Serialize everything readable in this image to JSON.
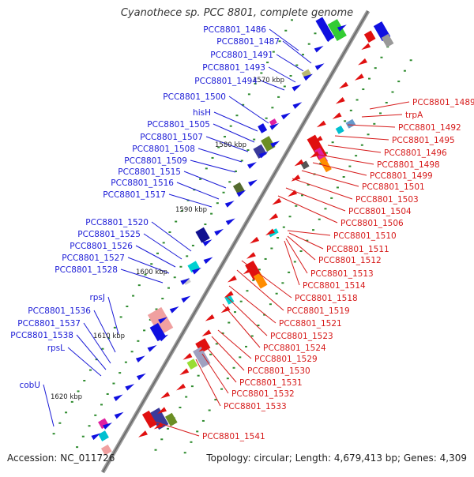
{
  "title": "Cyanothece sp. PCC 8801, complete genome",
  "footer": {
    "accession": "Accession: NC_011726",
    "info": "Topology: circular; Length: 4,679,413 bp; Genes: 4,309"
  },
  "scale_labels": [
    "1570 kbp",
    "1580 kbp",
    "1590 kbp",
    "1600 kbp",
    "1610 kbp",
    "1620 kbp"
  ],
  "left_genes": [
    "PCC8801_1486",
    "PCC8801_1487",
    "PCC8801_1491",
    "PCC8801_1493",
    "PCC8801_1494",
    "PCC8801_1500",
    "hisH",
    "PCC8801_1505",
    "PCC8801_1507",
    "PCC8801_1508",
    "PCC8801_1509",
    "PCC8801_1515",
    "PCC8801_1516",
    "PCC8801_1517",
    "PCC8801_1520",
    "PCC8801_1525",
    "PCC8801_1526",
    "PCC8801_1527",
    "PCC8801_1528",
    "rpsJ",
    "PCC8801_1536",
    "PCC8801_1537",
    "PCC8801_1538",
    "rpsL",
    "cobU"
  ],
  "right_genes": [
    "PCC8801_1489",
    "trpA",
    "PCC8801_1492",
    "PCC8801_1495",
    "PCC8801_1496",
    "PCC8801_1498",
    "PCC8801_1499",
    "PCC8801_1501",
    "PCC8801_1503",
    "PCC8801_1504",
    "PCC8801_1506",
    "PCC8801_1510",
    "PCC8801_1511",
    "PCC8801_1512",
    "PCC8801_1513",
    "PCC8801_1514",
    "PCC8801_1518",
    "PCC8801_1519",
    "PCC8801_1521",
    "PCC8801_1523",
    "PCC8801_1524",
    "PCC8801_1529",
    "PCC8801_1530",
    "PCC8801_1531",
    "PCC8801_1532",
    "PCC8801_1533",
    "PCC8801_1541"
  ],
  "colors": {
    "left_label": "#1a1ad6",
    "right_label": "#d61a1a",
    "backbone": "#888888",
    "tick": "#2e8b2e",
    "forward_strand": "#1010e0",
    "reverse_strand": "#e01010"
  }
}
